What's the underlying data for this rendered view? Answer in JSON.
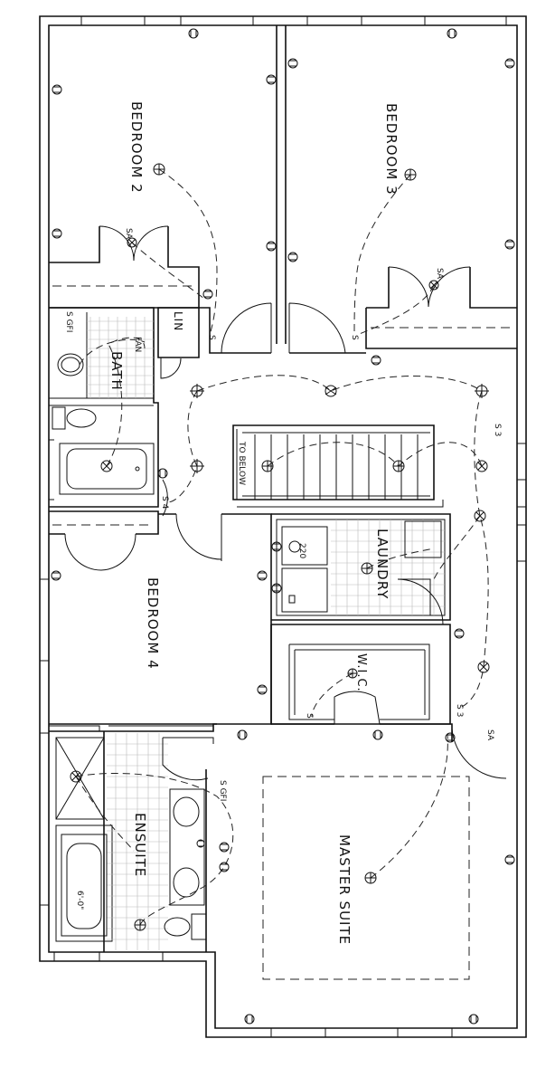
{
  "rooms": {
    "bedroom2": "BEDROOM 2",
    "bedroom3": "BEDROOM 3",
    "bedroom4": "BEDROOM 4",
    "bath": "BATH",
    "laundry": "LAUNDRY",
    "wic": "W.I.C.",
    "ensuite": "ENSUITE",
    "master": "MASTER SUITE",
    "lin": "LIN"
  },
  "labels": {
    "to_below": "TO BELOW",
    "dryer": "220",
    "tub": "6'-0\"",
    "switch": "S",
    "switch3": "S 3",
    "switch4": "S 4",
    "gfi": "S GFI",
    "fan": "FAN",
    "smoke": "SA"
  }
}
